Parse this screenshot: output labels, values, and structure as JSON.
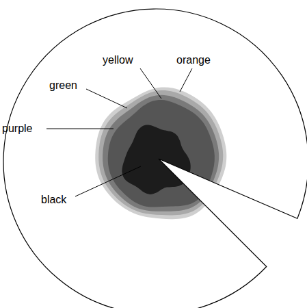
{
  "diagram": {
    "labels": [
      "yellow",
      "orange",
      "green",
      "purple",
      "black"
    ]
  }
}
